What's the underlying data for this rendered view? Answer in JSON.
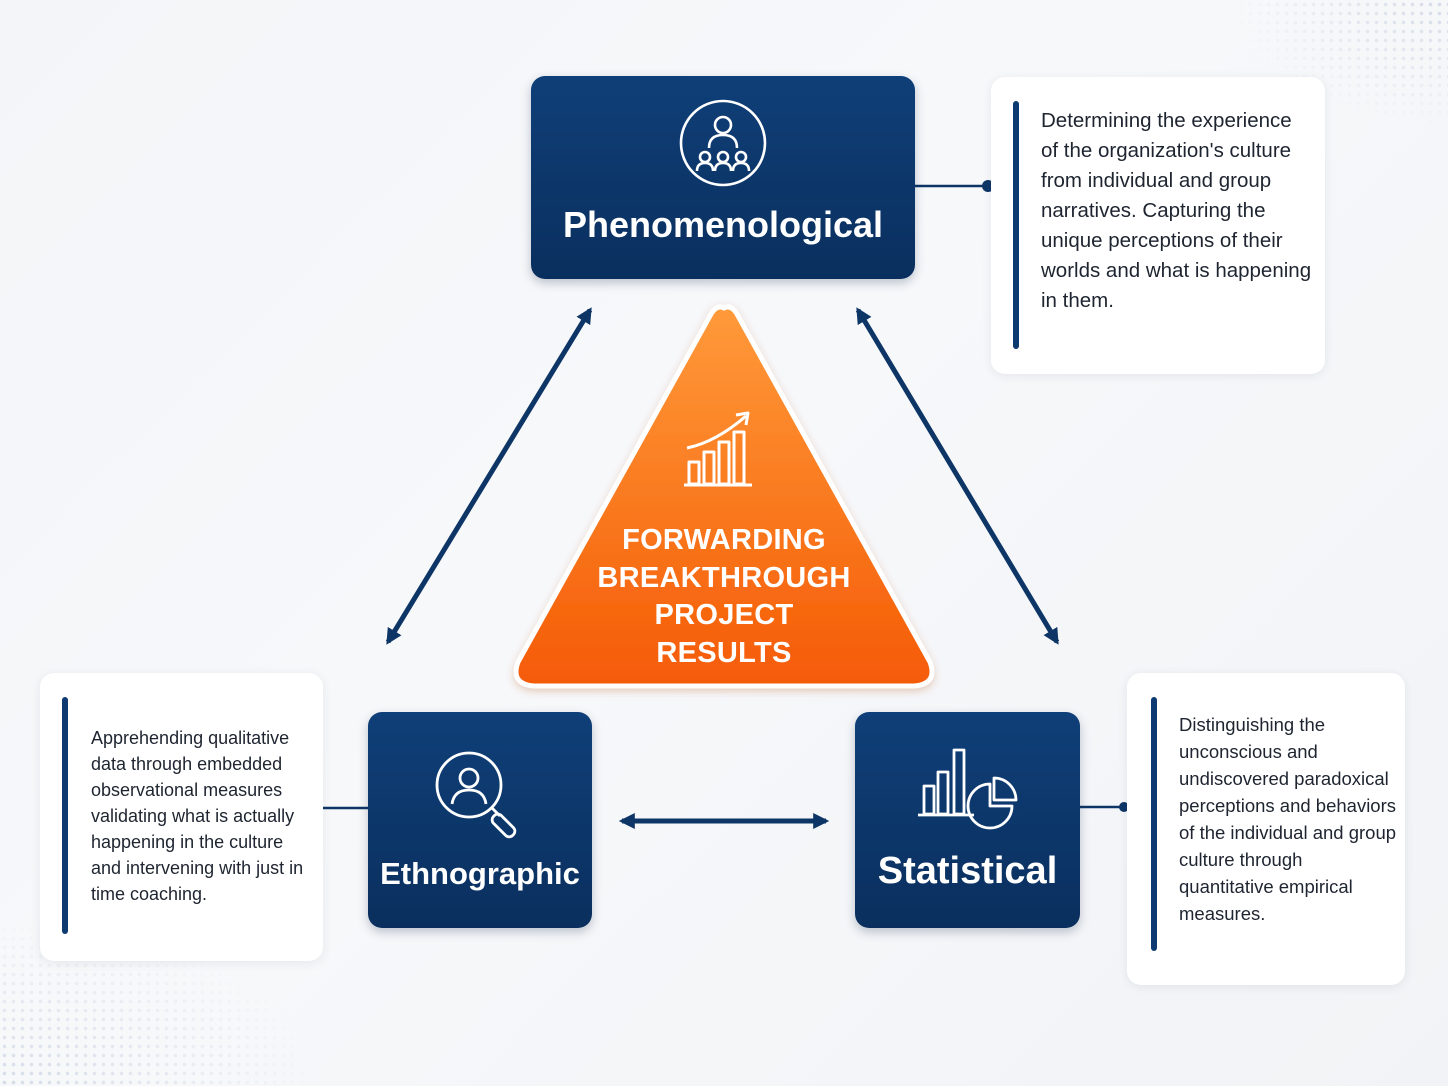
{
  "center": {
    "lines": [
      "FORWARDING",
      "BREAKTHROUGH",
      "PROJECT",
      "RESULTS"
    ],
    "icon": "growth-chart-icon",
    "color": "#f46d0a"
  },
  "nodes": {
    "phenomenological": {
      "label": "Phenomenological",
      "icon": "group-people-icon"
    },
    "ethnographic": {
      "label": "Ethnographic",
      "icon": "person-search-icon"
    },
    "statistical": {
      "label": "Statistical",
      "icon": "bar-pie-chart-icon"
    }
  },
  "descriptions": {
    "phenomenological": "Determining the experience of the organization's culture from individual and group narratives. Capturing the unique perceptions of their worlds and what is happening in them.",
    "ethnographic": "Apprehending qualitative data through embedded observational measures validating what is actually happening in the culture and intervening with just in time coaching.",
    "statistical": "Distinguishing the unconscious and undiscovered paradoxical perceptions and behaviors of the individual and group culture through quantitative empirical measures."
  },
  "colors": {
    "node_fill": "#0a2f5e",
    "arrow": "#0d3566",
    "accent_orange": "#f46d0a"
  }
}
